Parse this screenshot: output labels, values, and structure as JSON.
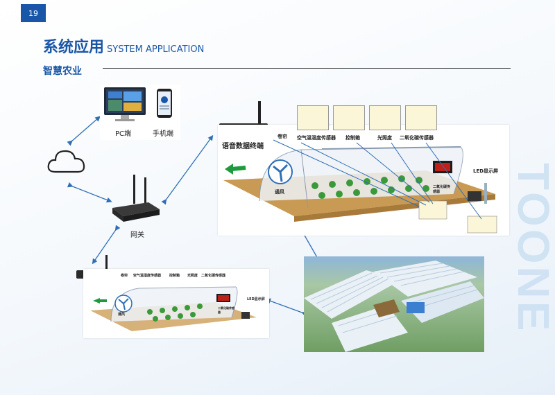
{
  "page_number": "19",
  "header": {
    "title_cn": "系统应用",
    "title_en": "SYSTEM APPLICATION",
    "section": "智慧农业"
  },
  "watermark": "TOONE",
  "devices": {
    "pc_label": "PC端",
    "mobile_label": "手机端",
    "gateway_label": "网关",
    "voice_terminal_label": "语音数据终端"
  },
  "greenhouse_main": {
    "labels": [
      "卷帘",
      "空气温湿度传感器",
      "控制箱",
      "光照度",
      "二氧化碳传感器",
      "通风",
      "二氧化碳传感器",
      "LED显示屏"
    ]
  },
  "greenhouse_small": {
    "labels": [
      "卷帘",
      "空气温湿度传感器",
      "控制箱",
      "光照度",
      "二氧化碳传感器",
      "通风",
      "LED显示屏",
      "二氧化碳传感器"
    ]
  },
  "colors": {
    "brand": "#1a56a8",
    "arrow": "#2f6fb6"
  }
}
